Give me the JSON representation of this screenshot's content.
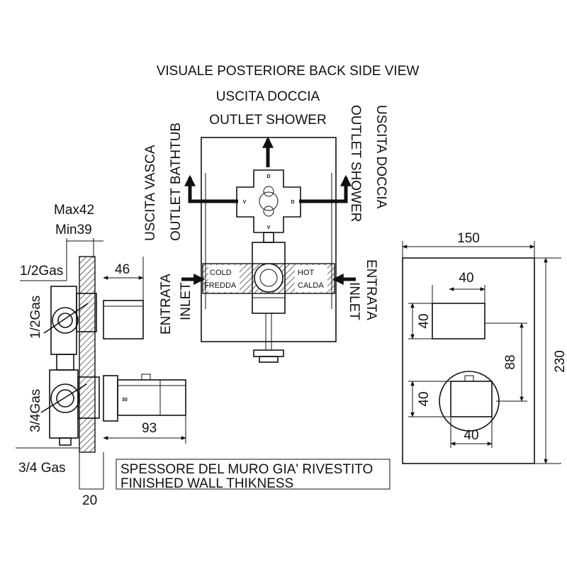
{
  "header": {
    "title": "VISUALE POSTERIORE  BACK SIDE VIEW"
  },
  "back_view": {
    "top_outlet_it": "USCITA DOCCIA",
    "top_outlet_en": "OUTLET SHOWER",
    "left_outlet_it": "USCITA VASCA",
    "left_outlet_en": "OUTLET BATHTUB",
    "right_outlet_it": "USCITA DOCCIA",
    "right_outlet_en": "OUTLET SHOWER",
    "left_inlet_it": "ENTRATA",
    "left_inlet_en": "INLET",
    "right_inlet_it": "ENTRATA",
    "right_inlet_en": "INLET",
    "cold_en": "COLD",
    "cold_it": "FREDDA",
    "hot_en": "HOT",
    "hot_it": "CALDA",
    "diverter_letters": {
      "top": "D",
      "left": "V",
      "right": "D",
      "bottom": "V"
    }
  },
  "side_view": {
    "max_depth": "Max42",
    "min_depth": "Min39",
    "dim_46": "46",
    "dim_93": "93",
    "dim_20": "20",
    "conn_top_1": "1/2Gas",
    "conn_top_2": "1/2Gas",
    "conn_bottom_1": "3/4Gas",
    "conn_bottom_2": "3/4 Gas",
    "wall_it": "SPESSORE DEL MURO GIA' RIVESTITO",
    "wall_en": "FINISHED WALL THIKNESS",
    "scale_mark": "30"
  },
  "front_view": {
    "width": "150",
    "height": "230",
    "spacing": "88",
    "handle_w_top": "40",
    "handle_h_top": "40",
    "handle_w_bottom": "40",
    "handle_h_bottom": "40"
  }
}
